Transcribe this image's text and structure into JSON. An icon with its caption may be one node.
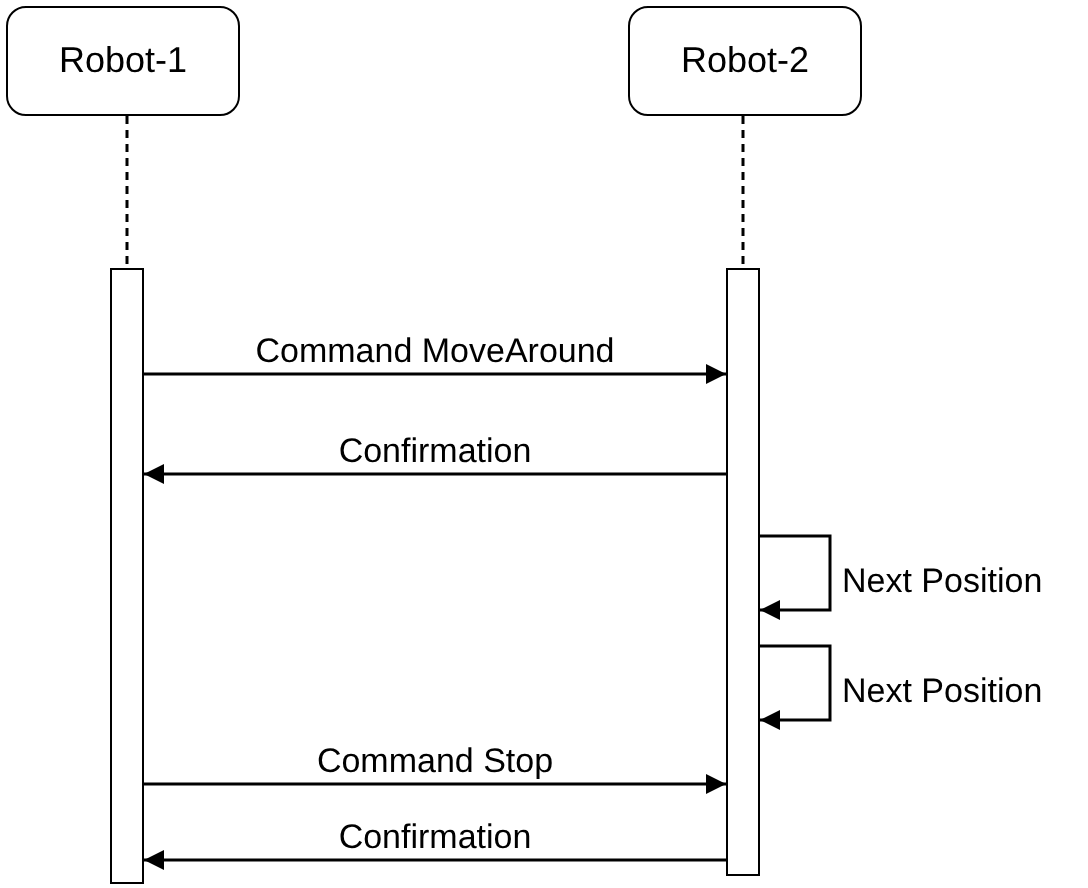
{
  "diagram": {
    "nodes": [
      {
        "text": [
          "Robot-1"
        ]
      },
      {
        "text": [
          "Robot-2"
        ]
      },
      {
        "text": [],
        "shape": "bar"
      },
      {
        "text": [],
        "shape": "bar"
      }
    ],
    "edges": [
      {
        "from": 0,
        "to": 2,
        "arrow": "none",
        "style": "dashed"
      },
      {
        "from": 1,
        "to": 3,
        "arrow": "none",
        "style": "dashed"
      },
      {
        "from": 2,
        "to": 3,
        "arrow": "to",
        "label": "Command MoveAround"
      },
      {
        "from": 3,
        "to": 2,
        "arrow": "to",
        "label": "Confirmation"
      },
      {
        "from": 3,
        "to": 3,
        "arrow": "to",
        "label": "Next Position"
      },
      {
        "from": 3,
        "to": 3,
        "arrow": "to",
        "label": "Next Position"
      },
      {
        "from": 2,
        "to": 3,
        "arrow": "to",
        "label": "Command Stop"
      },
      {
        "from": 3,
        "to": 2,
        "arrow": "to",
        "label": "Confirmation"
      }
    ]
  }
}
